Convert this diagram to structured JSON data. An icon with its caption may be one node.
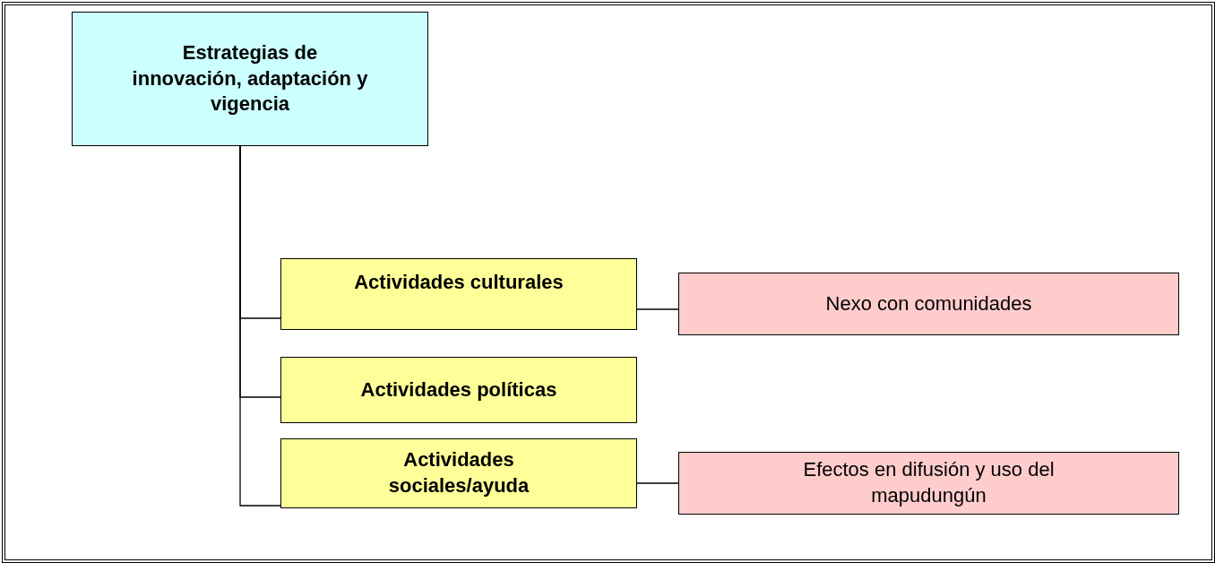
{
  "diagram": {
    "nodes": [
      {
        "text": [
          "Estrategias de innovación, adaptación y vigencia"
        ]
      },
      {
        "text": [
          "Actividades culturales"
        ]
      },
      {
        "text": [
          "Actividades políticas"
        ]
      },
      {
        "text": [
          "Actividades sociales/ayuda"
        ]
      },
      {
        "text": [
          "Nexo con comunidades"
        ]
      },
      {
        "text": [
          "Efectos en difusión y uso del mapudungún"
        ]
      }
    ],
    "edges": [
      {
        "from": 0,
        "to": 1,
        "arrow": "none"
      },
      {
        "from": 0,
        "to": 2,
        "arrow": "none"
      },
      {
        "from": 0,
        "to": 3,
        "arrow": "none"
      },
      {
        "from": 1,
        "to": 4,
        "arrow": "none"
      },
      {
        "from": 3,
        "to": 5,
        "arrow": "none"
      }
    ]
  }
}
